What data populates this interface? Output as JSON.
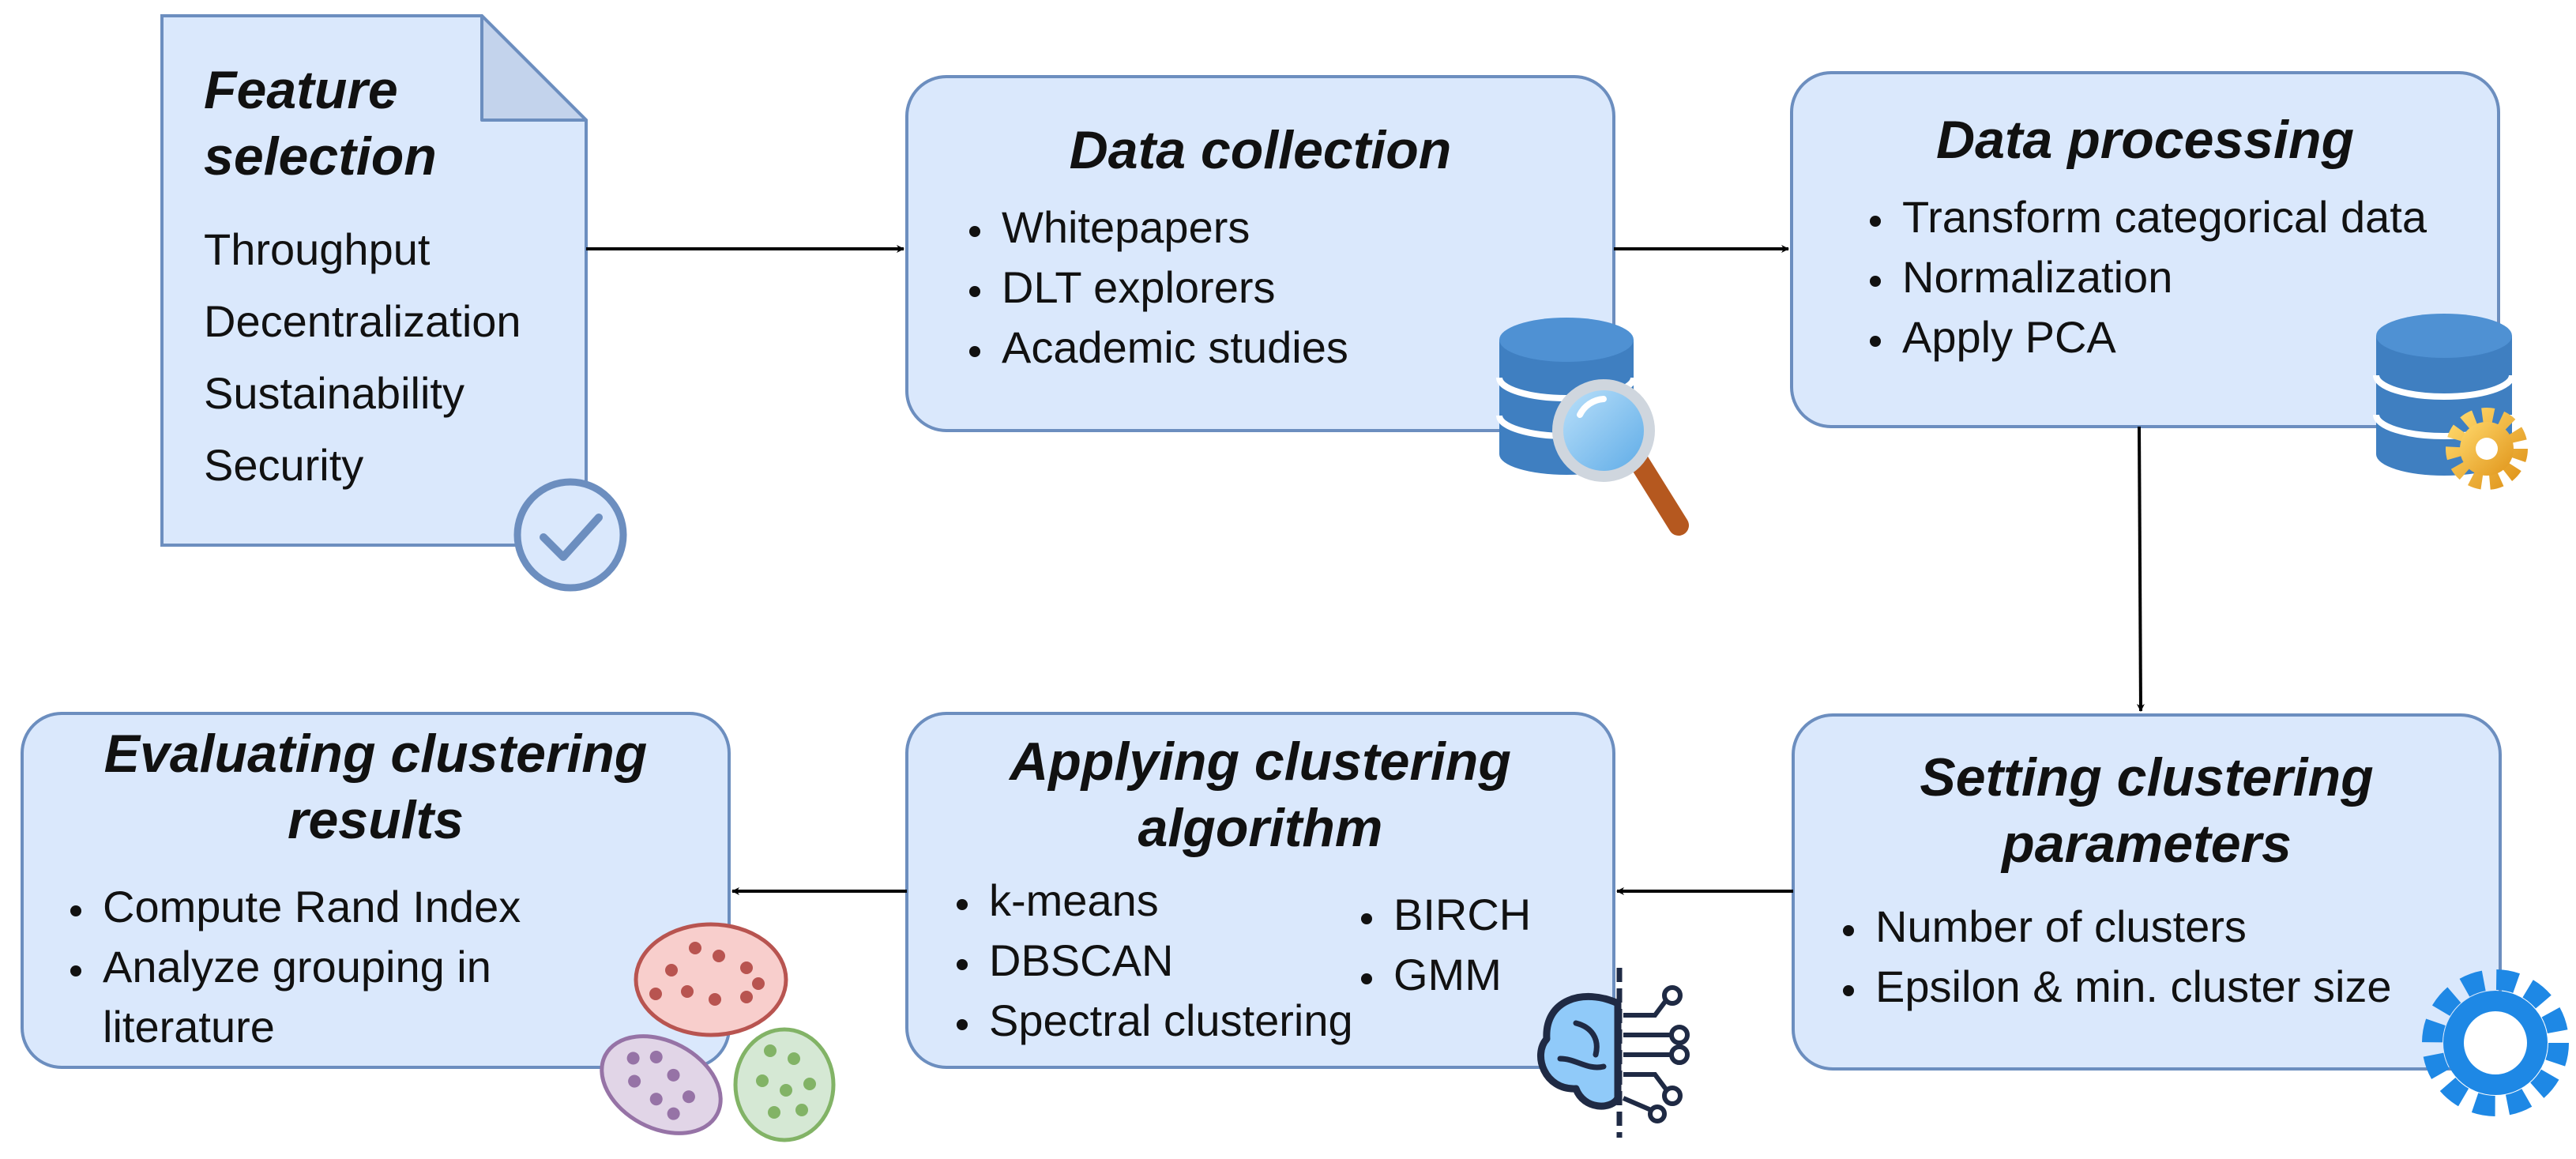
{
  "colors": {
    "box_fill": "#dae8fc",
    "box_stroke": "#6c8ebf",
    "arrow": "#000000",
    "db_blue": "#3f7fc1",
    "gear_blue": "#1e88e5"
  },
  "feature_selection": {
    "title": "Feature selection",
    "items": [
      "Throughput",
      "Decentralization",
      "Sustainability",
      "Security"
    ],
    "icon": "check-circle-icon"
  },
  "data_collection": {
    "title": "Data collection",
    "items": [
      "Whitepapers",
      "DLT explorers",
      "Academic studies"
    ],
    "icon": "database-search-icon"
  },
  "data_processing": {
    "title": "Data processing",
    "items": [
      "Transform categorical data",
      "Normalization",
      "Apply PCA"
    ],
    "icon": "database-gear-icon"
  },
  "setting_parameters": {
    "title": "Setting clustering parameters",
    "items": [
      "Number of clusters",
      "Epsilon & min. cluster size"
    ],
    "icon": "gear-icon"
  },
  "applying_algorithm": {
    "title": "Applying clustering algorithm",
    "items_left": [
      "k-means",
      "DBSCAN",
      "Spectral clustering"
    ],
    "items_right": [
      "BIRCH",
      "GMM"
    ],
    "icon": "brain-circuit-icon"
  },
  "evaluating_results": {
    "title": "Evaluating clustering results",
    "items": [
      "Compute Rand Index",
      "Analyze grouping in literature"
    ],
    "icon": "clusters-icon"
  },
  "flow": [
    [
      "feature_selection",
      "data_collection"
    ],
    [
      "data_collection",
      "data_processing"
    ],
    [
      "data_processing",
      "setting_parameters"
    ],
    [
      "setting_parameters",
      "applying_algorithm"
    ],
    [
      "applying_algorithm",
      "evaluating_results"
    ]
  ]
}
